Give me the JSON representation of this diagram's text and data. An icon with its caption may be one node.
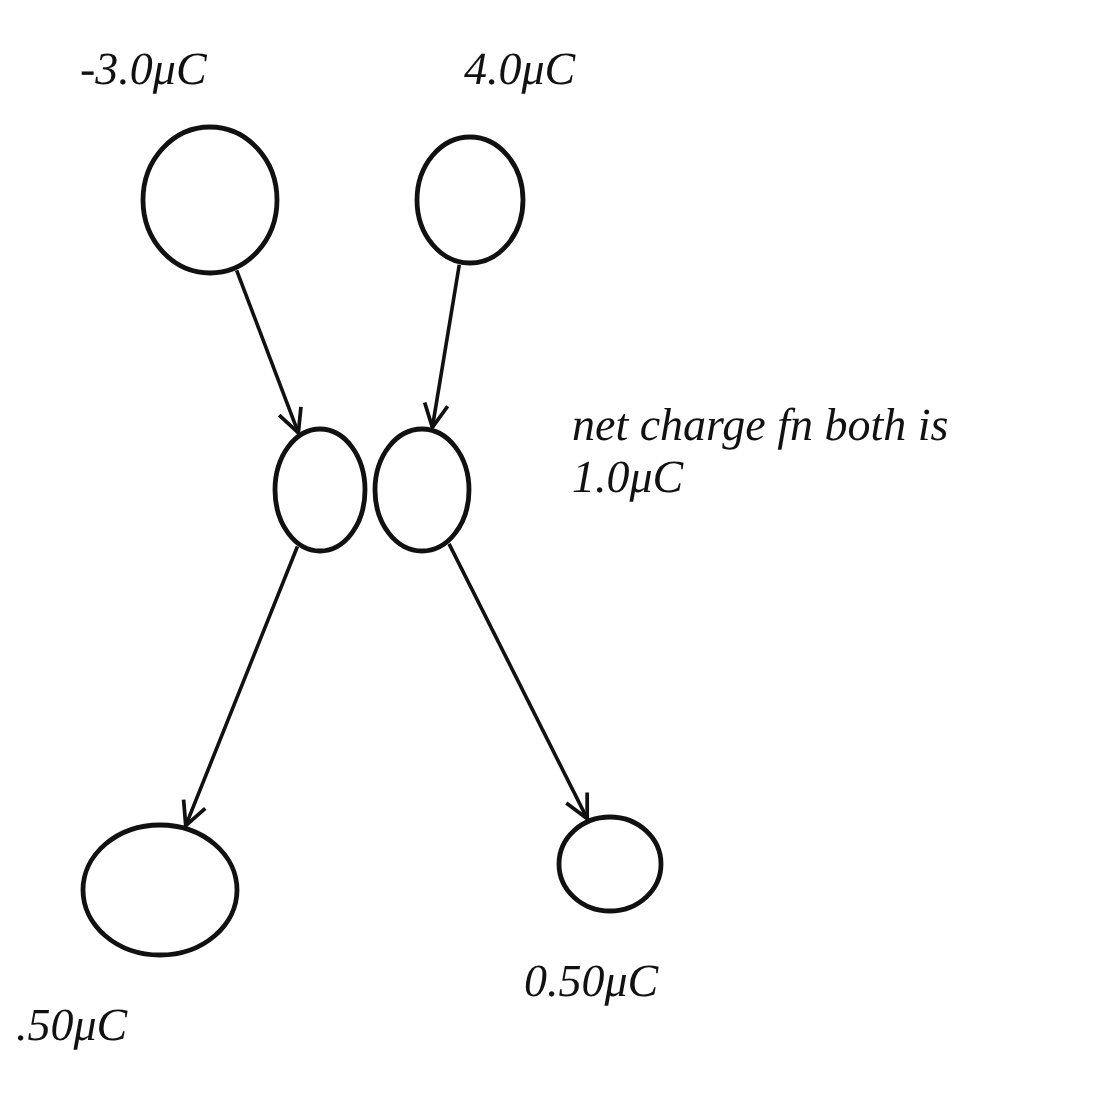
{
  "diagram": {
    "nodes": [
      {
        "text": [],
        "shape": "circle",
        "beside": [
          "-3.0μC"
        ]
      },
      {
        "text": [],
        "shape": "circle",
        "beside": [
          "4.0μC"
        ]
      },
      {
        "text": [],
        "shape": "circle"
      },
      {
        "text": [],
        "shape": "circle",
        "beside": [
          "net charge fn both is 1.0μC"
        ]
      },
      {
        "text": [],
        "shape": "circle",
        "beside": [
          ".50μC"
        ]
      },
      {
        "text": [],
        "shape": "circle",
        "beside": [
          "0.50μC"
        ]
      }
    ],
    "edges": [
      {
        "from": 0,
        "to": 2,
        "arrow": "to"
      },
      {
        "from": 1,
        "to": 3,
        "arrow": "to"
      },
      {
        "from": 2,
        "to": 4,
        "arrow": "to"
      },
      {
        "from": 3,
        "to": 5,
        "arrow": "to"
      }
    ]
  }
}
